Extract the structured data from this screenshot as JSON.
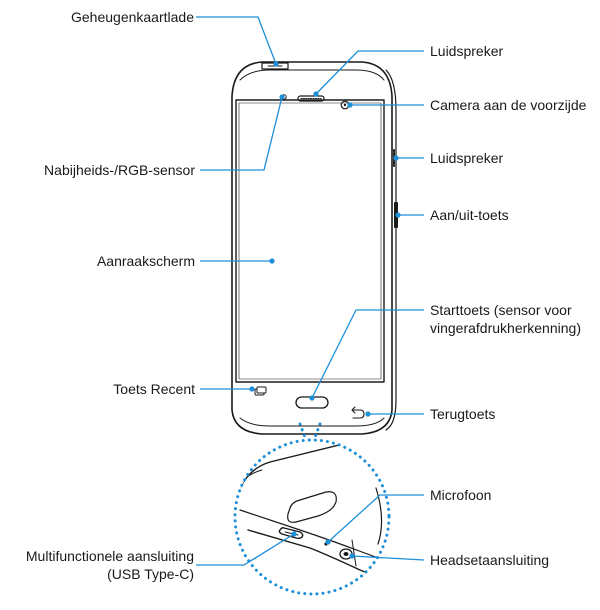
{
  "labels_left": {
    "memory_card_tray": "Geheugenkaartlade",
    "proximity_rgb_sensor": "Nabijheids-/RGB-sensor",
    "touchscreen": "Aanraakscherm",
    "recent_key": "Toets Recent",
    "multipurpose_jack_line1": "Multifunctionele aansluiting",
    "multipurpose_jack_line2": "(USB Type-C)"
  },
  "labels_right": {
    "speaker_top": "Luidspreker",
    "front_camera": "Camera aan de voorzijde",
    "speaker_side": "Luidspreker",
    "power_key": "Aan/uit-toets",
    "home_key_line1": "Starttoets (sensor voor",
    "home_key_line2": "vingerafdrukherkenning)",
    "back_key": "Terugtoets",
    "microphone": "Microfoon",
    "headset_jack": "Headsetaansluiting"
  },
  "colors": {
    "callout": "#1c8fd8",
    "device_outline": "#1a1a1a",
    "text": "#1a1a1a"
  }
}
